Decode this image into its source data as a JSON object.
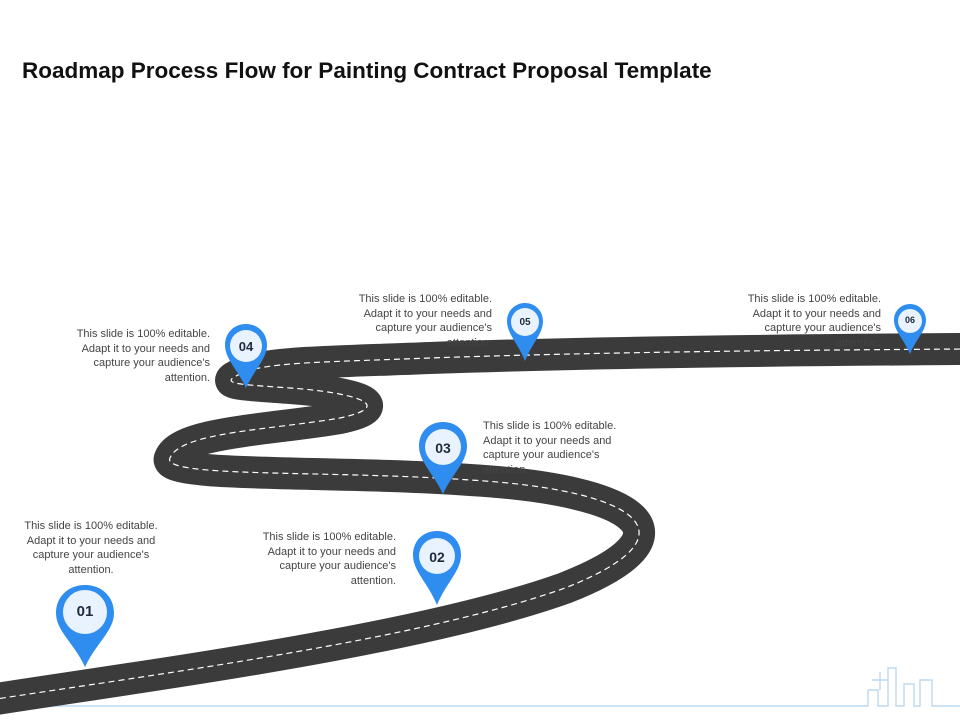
{
  "title": "Roadmap Process Flow for Painting Contract Proposal Template",
  "colors": {
    "road": "#3b3b3b",
    "pin_blue": "#2f8df0",
    "pin_inner": "#e8f3ff",
    "dash": "#ffffff",
    "skyline": "#bcd9f2"
  },
  "steps": [
    {
      "number": "01",
      "text": "This slide is 100% editable. Adapt it to your needs and capture your audience's attention."
    },
    {
      "number": "02",
      "text": "This slide is 100% editable. Adapt it to your needs and capture your audience's attention."
    },
    {
      "number": "03",
      "text": "This slide is 100% editable. Adapt it to your needs and capture your audience's attention."
    },
    {
      "number": "04",
      "text": "This slide is 100% editable. Adapt it to your needs and capture your audience's attention."
    },
    {
      "number": "05",
      "text": "This slide is 100% editable. Adapt it to your needs and capture your audience's attention."
    },
    {
      "number": "06",
      "text": "This slide is 100% editable. Adapt it to your needs and capture your audience's attention."
    }
  ],
  "icons": {
    "pin": "map-pin-icon",
    "skyline": "city-skyline-icon"
  }
}
